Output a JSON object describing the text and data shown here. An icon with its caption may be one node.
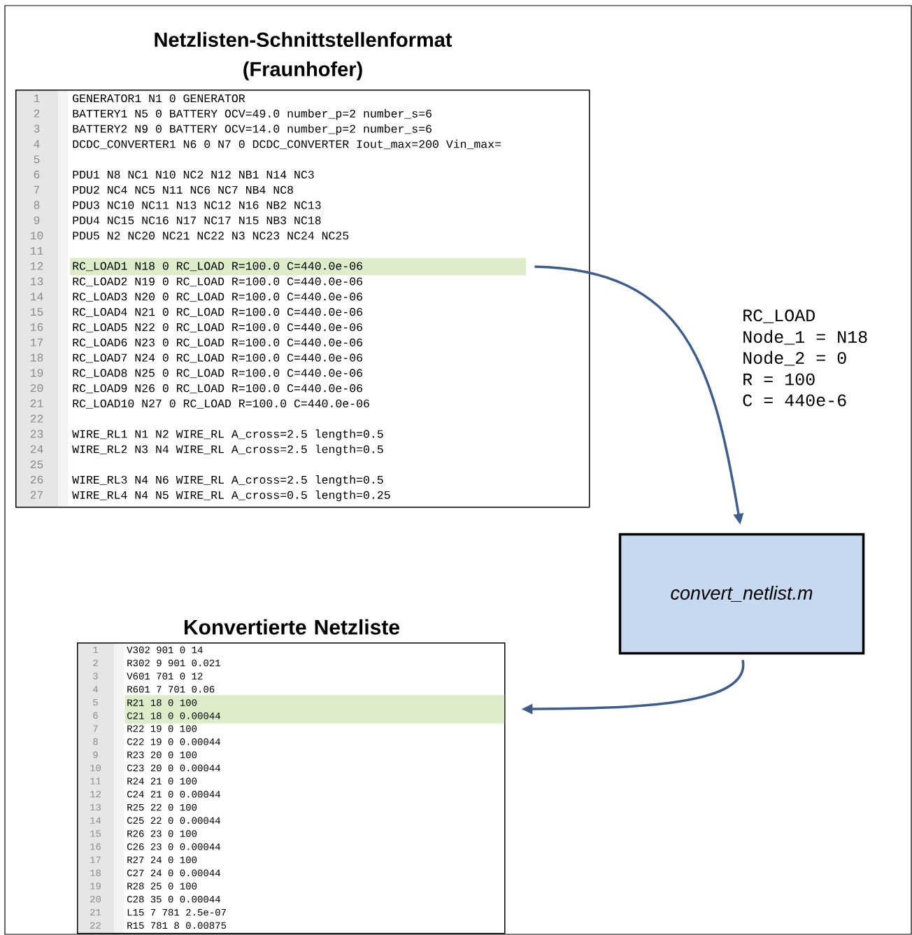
{
  "diagram": {
    "nodes": [
      {
        "text": [
          "Netzlisten-Schnittstellenformat (Fraunhofer)",
          "1 2 3 4 5 6 7 8 9 10 11 12 13 14 15 16 17 18 19 20 21 22 23 24 25 26 27",
          "GENERATOR1 N1 0 GENERATOR",
          "BATTERY1 N5 0 BATTERY OCV=49.0 number_p=2 number_s=6",
          "BATTERY2 N9 0 BATTERY OCV=14.0 number_p=2 number_s=6",
          "DCDC_CONVERTER1 N6 0 N7 0 DCDC_CONVERTER Iout_max=200 Vin_max=",
          "PDU1 N8 NC1 N10 NC2 N12 NB1 N14 NC3",
          "PDU2 NC4 NC5 N11 NC6 NC7 NB4 NC8",
          "PDU3 NC10 NC11 N13 NC12 N16 NB2 NC13",
          "PDU4 NC15 NC16 N17 NC17 N15 NB3 NC18",
          "PDU5 N2 NC20 NC21 NC22 N3 NC23 NC24 NC25",
          "RC_LOAD2 N19 0 RC_LOAD R=100.0 C=440.0e-06",
          "RC_LOAD3 N20 0 RC_LOAD R=100.0 C=440.0e-06",
          "RC_LOAD4 N21 0 RC_LOAD R=100.0 C=440.0e-06",
          "RC_LOAD5 N22 0 RC_LOAD R=100.0 C=440.0e-06",
          "RC_LOAD6 N23 0 RC_LOAD R=100.0 C=440.0e-06",
          "RC_LOAD7 N24 0 RC_LOAD R=100.0 C=440.0e-06",
          "RC_LOAD8 N25 0 RC_LOAD R=100.0 C=440.0e-06",
          "RC_LOAD9 N26 0 RC_LOAD R=100.0 C=440.0e-06",
          "RC_LOAD10 N27 0 RC_LOAD R=100.0 C=440.0e-06",
          "WIRE_RL1 N1 N2 WIRE_RL A_cross=2.5 length=0.5",
          "WIRE_RL2 N3 N4 WIRE_RL A_cross=2.5 length=0.5",
          "WIRE_RL3 N4 N6 WIRE_RL A_cross=2.5 length=0.5",
          "WIRE_RL4 N4 N5 WIRE_RL A_cross=0.5 length=0.25"
        ]
      },
      {
        "text": [
          "RC_LOAD1 N18 0 RC_LOAD R=100.0 C=440.0e-06"
        ],
        "in": 0
      },
      {
        "text": [
          "convert_netlist.m"
        ]
      },
      {
        "text": [
          "Konvertierte Netzliste",
          "1 2 3 4 5 6 7 8 9 10 11 12 13 14 15 16 17 18 19 20 21 22",
          "V302 901 0 14",
          "R302 9 901 0.021",
          "V601 701 0 12",
          "R601 7 701 0.06",
          "R22 19 0 100",
          "C22 19 0 0.00044",
          "R23 20 0 100",
          "C23 20 0 0.00044",
          "R24 21 0 100",
          "C24 21 0 0.00044",
          "R25 22 0 100",
          "C25 22 0 0.00044",
          "R26 23 0 100",
          "C26 23 0 0.00044",
          "R27 24 0 100",
          "C27 24 0 0.00044",
          "R28 25 0 100",
          "C28 35 0 0.00044",
          "L15 7 781 2.5e-07",
          "R15 781 8 0.00875"
        ]
      },
      {
        "text": [
          "R21 18 0 100",
          "C21 18 0 0.00044"
        ],
        "in": 3
      }
    ],
    "edges": [
      {
        "from": 1,
        "to": 2,
        "arrow": "to"
      },
      {
        "from": 2,
        "to": 4,
        "arrow": "to"
      }
    ],
    "labels": [
      "RC_LOAD",
      "Node_1 = N18",
      "Node_2 = 0",
      "R = 100",
      "C = 440e-6"
    ]
  }
}
